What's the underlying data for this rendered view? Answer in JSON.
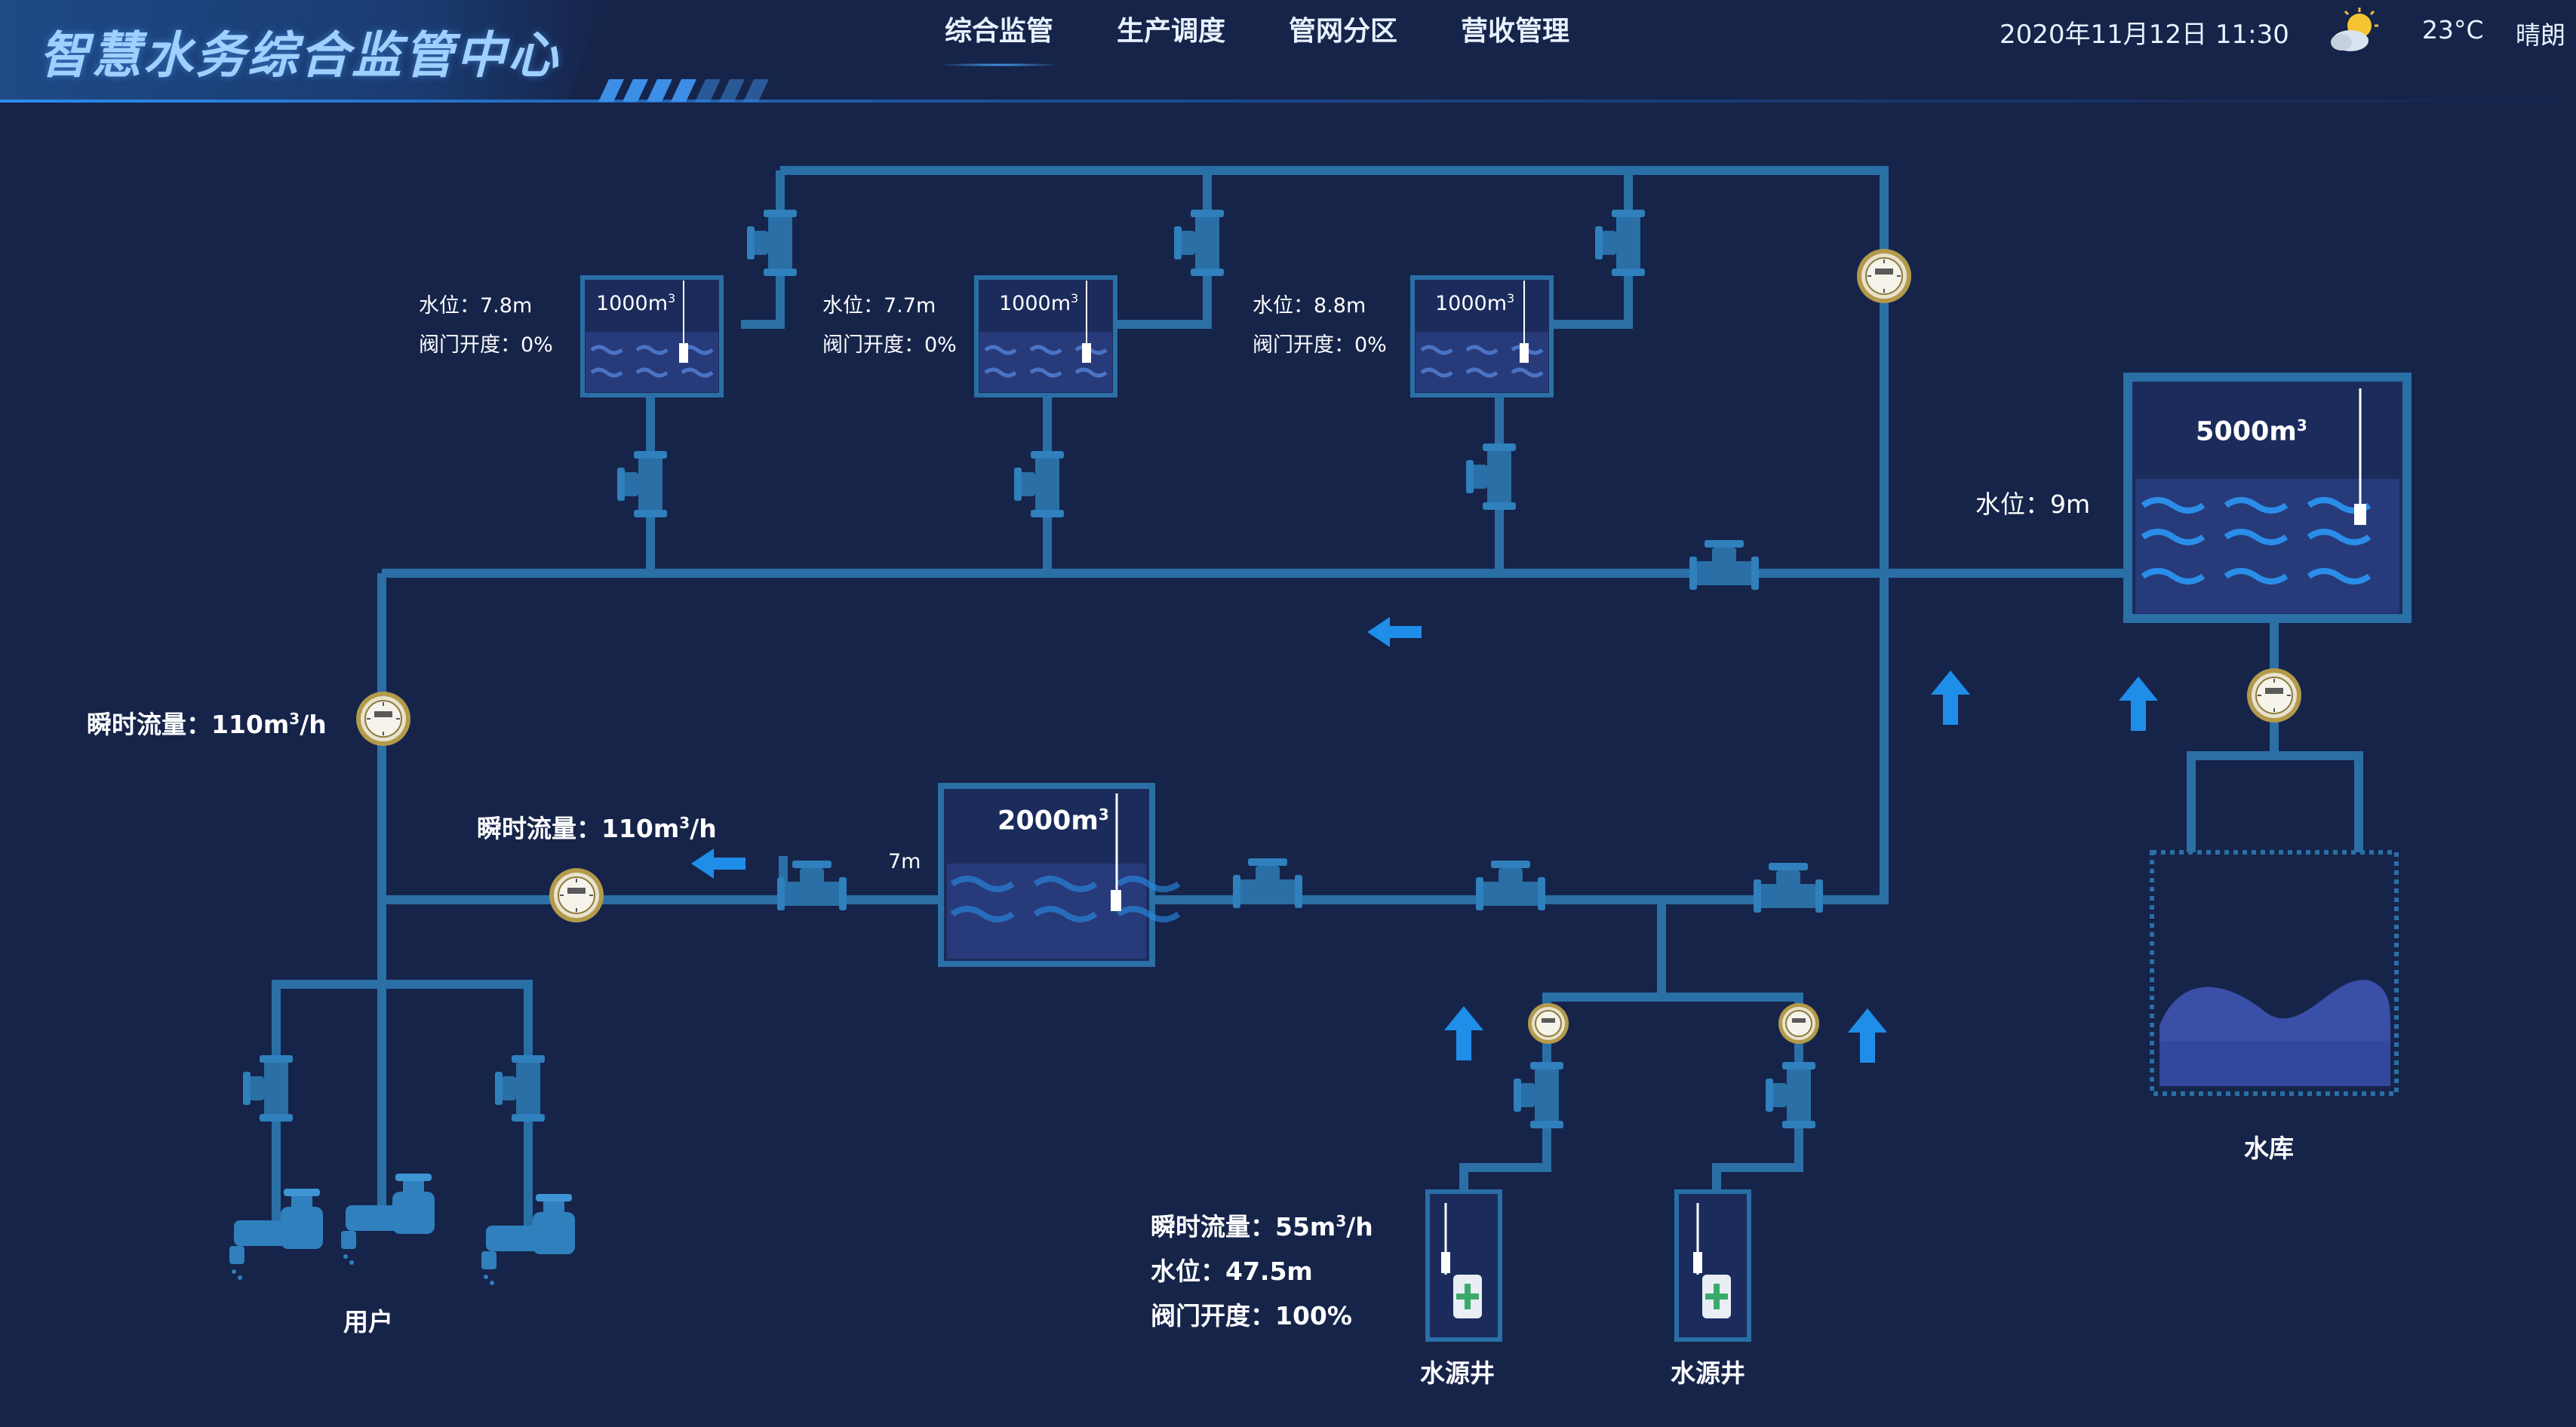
{
  "header": {
    "title": "智慧水务综合监管中心",
    "nav": [
      {
        "label": "综合监管",
        "active": true
      },
      {
        "label": "生产调度",
        "active": false
      },
      {
        "label": "管网分区",
        "active": false
      },
      {
        "label": "营收管理",
        "active": false
      }
    ],
    "datetime": "2020年11月12日 11:30",
    "temperature": "23°C",
    "weather": "晴朗",
    "weather_icon": "sun-cloud-icon"
  },
  "diagram": {
    "tanks_top": [
      {
        "capacity": "1000m",
        "cap_sup": "3",
        "level": "水位：7.8m",
        "valve": "阀门开度：0%"
      },
      {
        "capacity": "1000m",
        "cap_sup": "3",
        "level": "水位：7.7m",
        "valve": "阀门开度：0%"
      },
      {
        "capacity": "1000m",
        "cap_sup": "3",
        "level": "水位：8.8m",
        "valve": "阀门开度：0%"
      }
    ],
    "big_tank": {
      "capacity": "5000m",
      "cap_sup": "3",
      "level": "水位：9m"
    },
    "middle_tank": {
      "capacity": "2000m",
      "cap_sup": "3",
      "level": "7m"
    },
    "flow_left": {
      "text": "瞬时流量：110m",
      "sup": "3",
      "unit": "/h"
    },
    "flow_mid": {
      "text": "瞬时流量：110m",
      "sup": "3",
      "unit": "/h"
    },
    "well_info": {
      "flow": "瞬时流量：55m",
      "flow_sup": "3",
      "flow_unit": "/h",
      "level": "水位：47.5m",
      "valve": "阀门开度：100%"
    },
    "wells": [
      {
        "label": "水源井"
      },
      {
        "label": "水源井"
      }
    ],
    "reservoir": {
      "label": "水库"
    },
    "users": {
      "label": "用户"
    }
  },
  "colors": {
    "background": "#16244a",
    "pipe": "#2a6fa6",
    "accent": "#2d8cf0",
    "arrow": "#1f8ee8",
    "tank_fill": "#273a7a"
  }
}
